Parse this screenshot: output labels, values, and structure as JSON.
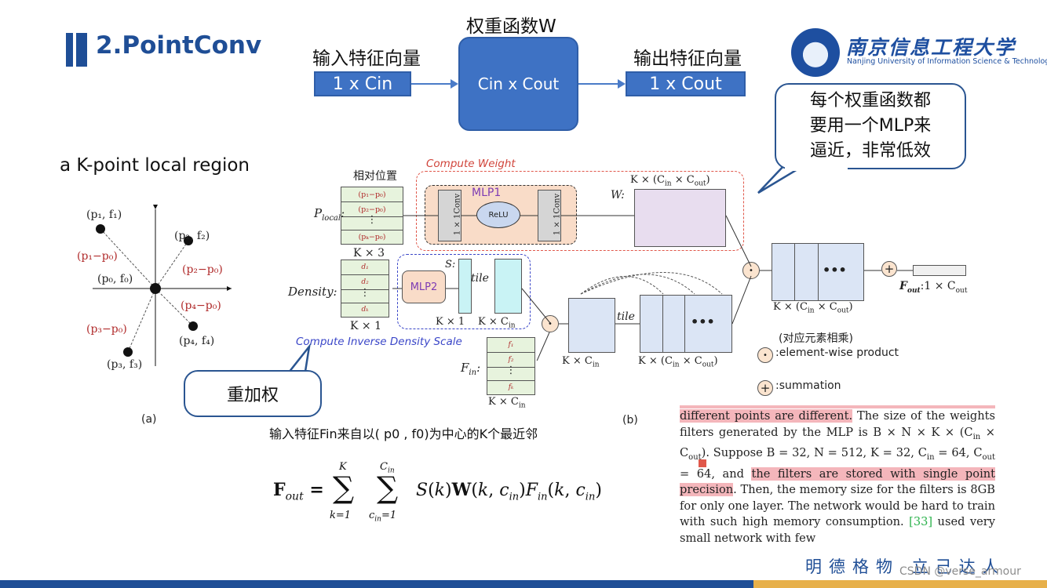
{
  "header": {
    "title": "2.PointConv"
  },
  "flow": {
    "top_label": "权重函数W",
    "input_label": "输入特征向量",
    "input_box": "1 x Cin",
    "weight_box": "Cin x Cout",
    "output_label": "输出特征向量",
    "output_box": "1 x Cout"
  },
  "logo": {
    "name_cn": "南京信息工程大学",
    "name_en": "Nanjing University of Information Science & Technology"
  },
  "callouts": {
    "mlp_note_line1": "每个权重函数都",
    "mlp_note_line2": "要用一个MLP来",
    "mlp_note_line3": "逼近，非常低效",
    "reweight": "重加权"
  },
  "region_label": "a K-point local region",
  "figure_a": {
    "points": [
      "(p₁, f₁)",
      "(p₂, f₂)",
      "(p₀, f₀)",
      "(p₄, f₄)",
      "(p₃, f₃)"
    ],
    "diffs": [
      "(p₁−p₀)",
      "(p₂−p₀)",
      "(p₄−p₀)",
      "(p₃−p₀)"
    ],
    "caption": "(a)"
  },
  "figure_b": {
    "relative_pos": "相对位置",
    "compute_weight": "Compute Weight",
    "mlp1": "MLP1",
    "conv": "1 × 1Conv",
    "relu": "ReLU",
    "p_local": "P",
    "p_local_sub": "local",
    "p_rows": [
      "(p₁−p₀)",
      "(p₂−p₀)",
      "(pₖ−p₀)"
    ],
    "k3": "K × 3",
    "w_label": "W:",
    "w_dims": "K × (C",
    "density": "Density:",
    "d_rows": [
      "d₁",
      "d₂",
      "dₖ"
    ],
    "k1": "K × 1",
    "mlp2": "MLP2",
    "s_label": "S:",
    "tile": "tile",
    "k1_s": "K × 1",
    "k_cin": "K × C",
    "compute_density": "Compute Inverse Density Scale",
    "f_rows": [
      "f₁",
      "f₂",
      "fₖ"
    ],
    "fin_label": "F",
    "fout_label": "F",
    "fout_suffix": ":1 × C",
    "elementwise_cn": "(对应元素相乘)",
    "elementwise": ":element-wise product",
    "summation": ":summation",
    "caption": "(b)"
  },
  "caption_cn": "输入特征Fin来自以( p0 , f0)为中心的K个最近邻",
  "paper": {
    "l1_hl": "different points are different.",
    "l1": " The size of the weights filters generated by the MLP is B × N × K × (C",
    "l2": "). Suppose B = 32, N = 512, K = 32, C",
    "l3": " = 64, C",
    "l4": " = 64, and ",
    "l4_hl": "the filters are stored with single point precision",
    "l5": ". Then, the memory size for the filters is 8GB for only one layer. The network would be hard to train with such high memory consumption. ",
    "cite": "[33]",
    "l6": " used very small network with few"
  },
  "footer": {
    "motto": "明德格物   立己达人",
    "watermark": "CSDN @verse_armour"
  },
  "colors": {
    "brand": "#1f4e96",
    "accent": "#e7b04a",
    "box": "#3e72c4",
    "highlight": "#f4b6bb"
  }
}
